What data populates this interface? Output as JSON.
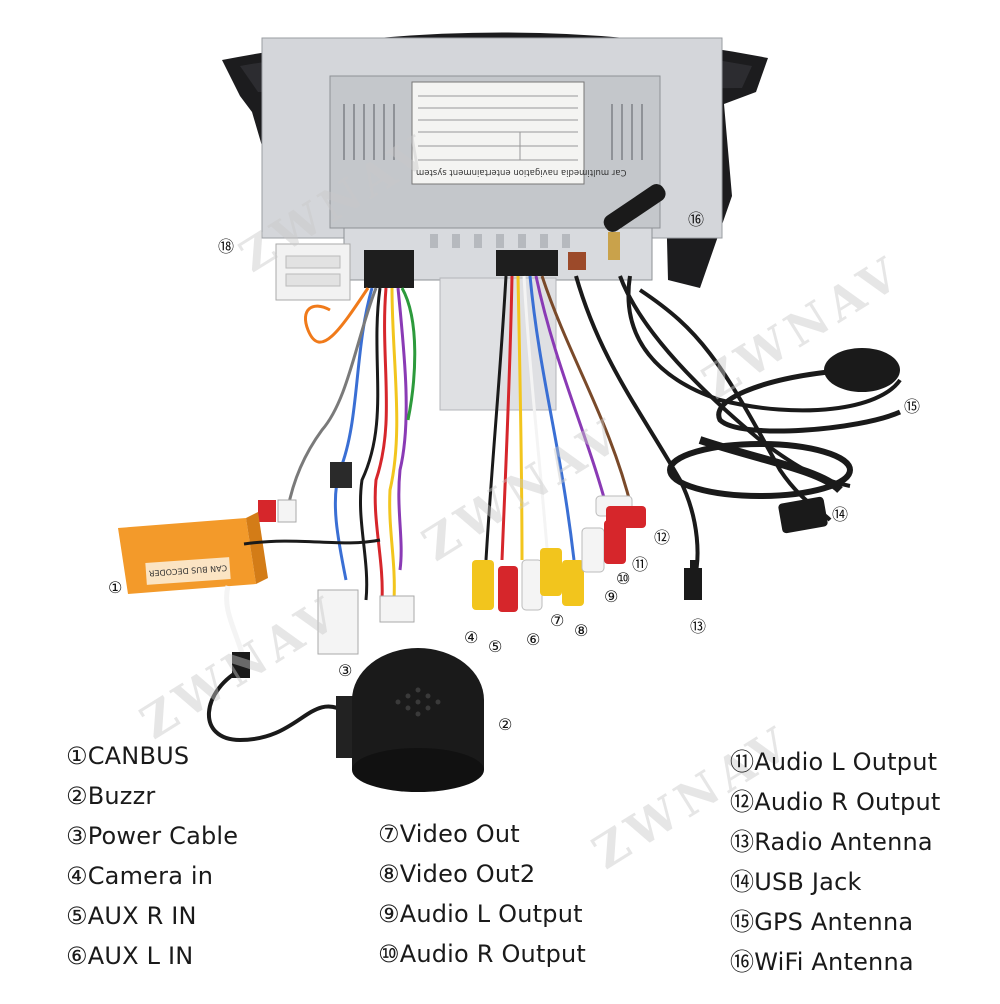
{
  "watermark": "ZWNAV",
  "panel_label": "Car multimedia navigation entertainment system",
  "canbus_box_label": "CAN BUS DECODER",
  "callouts": [
    "①",
    "②",
    "③",
    "④",
    "⑤",
    "⑥",
    "⑦",
    "⑧",
    "⑨",
    "⑩",
    "⑪",
    "⑫",
    "⑬",
    "⑭",
    "⑮",
    "⑯",
    "⑱"
  ],
  "legend": {
    "col1": [
      "①CANBUS",
      "②Buzzr",
      "③Power Cable",
      "④Camera in",
      "⑤AUX R IN",
      "⑥AUX L IN"
    ],
    "col2": [
      "⑦Video Out",
      "⑧Video Out2",
      "⑨Audio L Output",
      "⑩Audio R Output"
    ],
    "col3": [
      "⑪Audio L Output",
      "⑫Audio R Output",
      "⑬Radio Antenna",
      "⑭USB Jack",
      "⑮GPS Antenna",
      "⑯WiFi Antenna"
    ]
  },
  "colors": {
    "bezel": "#1c1c1e",
    "chassis": "#c9ccd0",
    "canbus": "#f39a2a",
    "rca_yellow": "#f2c51d",
    "rca_red": "#d6262b",
    "rca_white": "#f4f4f4",
    "cable_black": "#1a1a1a",
    "antenna_gold": "#c9a24b"
  }
}
